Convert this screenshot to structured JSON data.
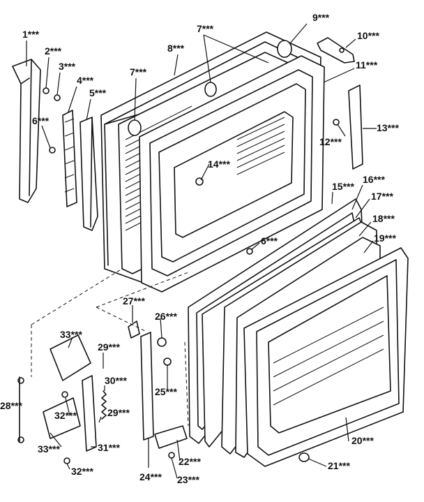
{
  "callouts": [
    {
      "id": "c1",
      "label": "1***"
    },
    {
      "id": "c2",
      "label": "2***"
    },
    {
      "id": "c3",
      "label": "3***"
    },
    {
      "id": "c4",
      "label": "4***"
    },
    {
      "id": "c5",
      "label": "5***"
    },
    {
      "id": "c6a",
      "label": "6***"
    },
    {
      "id": "c6b",
      "label": "6***"
    },
    {
      "id": "c7a",
      "label": "7***"
    },
    {
      "id": "c7b",
      "label": "7***"
    },
    {
      "id": "c8",
      "label": "8***"
    },
    {
      "id": "c9",
      "label": "9***"
    },
    {
      "id": "c10",
      "label": "10***"
    },
    {
      "id": "c11",
      "label": "11***"
    },
    {
      "id": "c12",
      "label": "12***"
    },
    {
      "id": "c13",
      "label": "13***"
    },
    {
      "id": "c14",
      "label": "14***"
    },
    {
      "id": "c15",
      "label": "15***"
    },
    {
      "id": "c16",
      "label": "16***"
    },
    {
      "id": "c17",
      "label": "17***"
    },
    {
      "id": "c18",
      "label": "18***"
    },
    {
      "id": "c19",
      "label": "19***"
    },
    {
      "id": "c20",
      "label": "20***"
    },
    {
      "id": "c21",
      "label": "21***"
    },
    {
      "id": "c22",
      "label": "22***"
    },
    {
      "id": "c23",
      "label": "23***"
    },
    {
      "id": "c24",
      "label": "24***"
    },
    {
      "id": "c25",
      "label": "25***"
    },
    {
      "id": "c26",
      "label": "26***"
    },
    {
      "id": "c27",
      "label": "27***"
    },
    {
      "id": "c28a",
      "label": "28***"
    },
    {
      "id": "c29a",
      "label": "29***"
    },
    {
      "id": "c29b",
      "label": "29***"
    },
    {
      "id": "c30",
      "label": "30***"
    },
    {
      "id": "c31",
      "label": "31***"
    },
    {
      "id": "c32a",
      "label": "32***"
    },
    {
      "id": "c32b",
      "label": "32***"
    },
    {
      "id": "c33a",
      "label": "33***"
    },
    {
      "id": "c33b",
      "label": "33***"
    }
  ]
}
